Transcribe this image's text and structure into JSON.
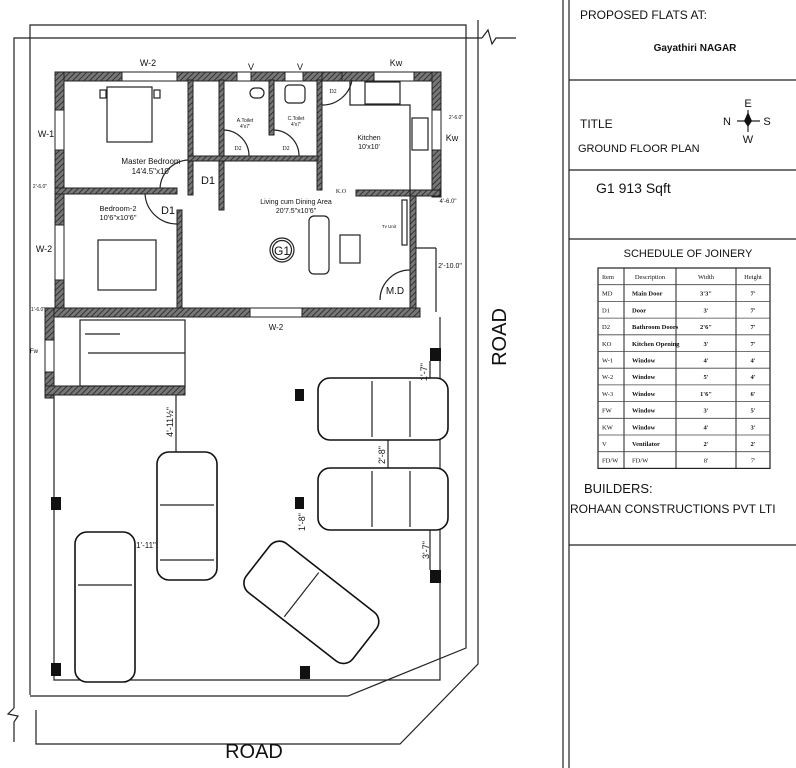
{
  "title_block": {
    "proposed_label": "PROPOSED FLATS AT:",
    "location": "Gayathiri NAGAR",
    "title_label": "TITLE",
    "plan_name": "GROUND FLOOR PLAN",
    "area": "G1 913 Sqft",
    "compass": {
      "north": "N",
      "east": "E",
      "south": "S",
      "west": "W"
    },
    "builders_label": "BUILDERS:",
    "builder_name": "ROHAAN CONSTRUCTIONS PVT LTI"
  },
  "schedule": {
    "title": "SCHEDULE OF JOINERY",
    "headers": [
      "Item",
      "Description",
      "Width",
      "Height"
    ],
    "rows": [
      [
        "MD",
        "Main Door",
        "3'3\"",
        "7'"
      ],
      [
        "D1",
        "Door",
        "3'",
        "7'"
      ],
      [
        "D2",
        "Bathroom Doors",
        "2'6\"",
        "7'"
      ],
      [
        "KO",
        "Kitchen Opening",
        "3'",
        "7'"
      ],
      [
        "W-1",
        "Window",
        "4'",
        "4'"
      ],
      [
        "W-2",
        "Window",
        "5'",
        "4'"
      ],
      [
        "W-3",
        "Window",
        "1'6\"",
        "6'"
      ],
      [
        "FW",
        "Window",
        "3'",
        "5'"
      ],
      [
        "KW",
        "Window",
        "4'",
        "3'"
      ],
      [
        "V",
        "Ventilator",
        "2'",
        "2'"
      ],
      [
        "FD/W",
        "FD/W",
        "8'",
        "7'"
      ]
    ]
  },
  "plan": {
    "road_bottom": "ROAD",
    "road_right": "ROAD",
    "unit_tag": "G1",
    "rooms": {
      "master_bedroom": {
        "name": "Master Bedroom",
        "size": "14'4.5\"x10'"
      },
      "bedroom2": {
        "name": "Bedroom-2",
        "size": "10'6\"x10'6\""
      },
      "a_toilet": {
        "name": "A.Toilet",
        "size": "4'x7'"
      },
      "c_toilet": {
        "name": "C.Toilet",
        "size": "4'x7'"
      },
      "kitchen": {
        "name": "Kitchen",
        "size": "10'x10'"
      },
      "living": {
        "name": "Living cum Dining Area",
        "size": "20'7.5\"x10'6\""
      },
      "tv_unit": "Tv Unit"
    },
    "openings": {
      "w2_top": "W-2",
      "v1": "V",
      "v2": "V",
      "kw_top": "Kw",
      "kw_right": "Kw",
      "w1_left": "W-1",
      "w2_left": "W-2",
      "d1_master": "D1",
      "d1_bed2": "D1",
      "d2_a": "D2",
      "d2_c": "D2",
      "d2_kitchen": "D2",
      "ko": "K.O",
      "md": "M.D",
      "w2_bottom": "W-2",
      "fw": "Fw"
    },
    "dimensions": {
      "right_top": "2'-6.0\"",
      "left_mid": "2'-6.0\"",
      "right_mid": "4'-6.0\"",
      "right_md": "2'-10.0\"",
      "left_low": "1'-6.0\"",
      "stair_gap": "4'-11½\"",
      "car_gap_top": "1'-7\"",
      "car_gap_mid": "2'-8\"",
      "car_gap_low": "3'-7\"",
      "car_side": "1'-11\"",
      "car_angle": "1'-8\""
    }
  }
}
